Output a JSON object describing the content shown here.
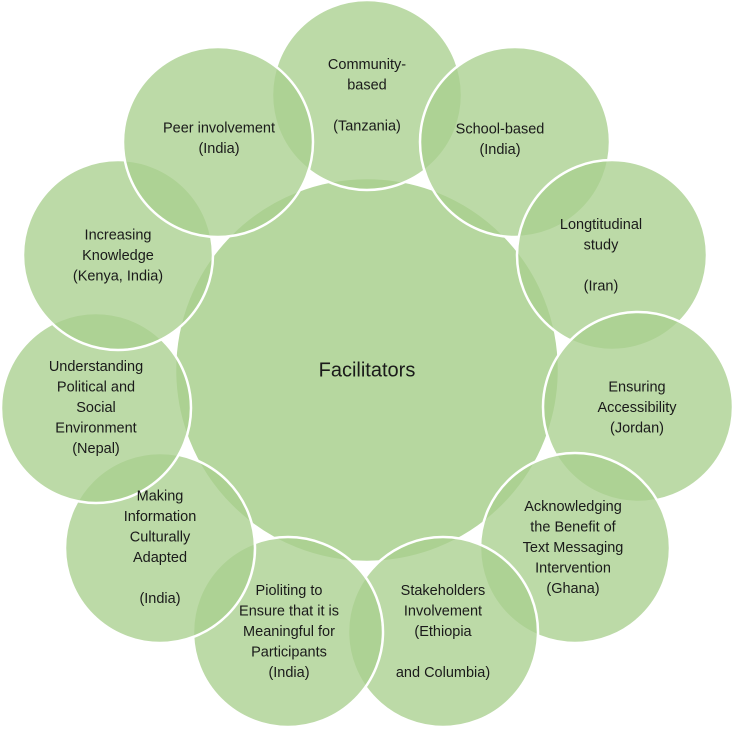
{
  "diagram": {
    "center": {
      "label": "Facilitators"
    },
    "nodes": [
      {
        "id": "community",
        "lines": [
          "Community-",
          "based",
          "",
          "(Tanzania)"
        ]
      },
      {
        "id": "school",
        "lines": [
          "School-based",
          "(India)"
        ]
      },
      {
        "id": "longitudinal",
        "lines": [
          "Longtitudinal",
          "study",
          "",
          "(Iran)"
        ]
      },
      {
        "id": "accessibility",
        "lines": [
          "Ensuring",
          "Accessibility",
          "(Jordan)"
        ]
      },
      {
        "id": "text-messaging",
        "lines": [
          "Acknowledging",
          "the Benefit of",
          "Text Messaging",
          "Intervention",
          "(Ghana)"
        ]
      },
      {
        "id": "stakeholders",
        "lines": [
          "Stakeholders",
          "Involvement",
          "(Ethiopia",
          "",
          "and Columbia)"
        ]
      },
      {
        "id": "piloting",
        "lines": [
          "Pioliting to",
          "Ensure that it is",
          "Meaningful for",
          "Participants",
          "(India)"
        ]
      },
      {
        "id": "culturally",
        "lines": [
          "Making",
          "Information",
          "Culturally",
          "Adapted",
          "",
          "(India)"
        ]
      },
      {
        "id": "political",
        "lines": [
          "Understanding",
          "Political and",
          "Social",
          "Environment",
          "(Nepal)"
        ]
      },
      {
        "id": "knowledge",
        "lines": [
          "Increasing",
          "Knowledge",
          "(Kenya, India)"
        ]
      },
      {
        "id": "peer",
        "lines": [
          "Peer involvement",
          "(India)"
        ]
      }
    ],
    "colors": {
      "fill": "#a9d08e",
      "stroke": "#ffffff",
      "text": "#1a1a1a"
    }
  }
}
